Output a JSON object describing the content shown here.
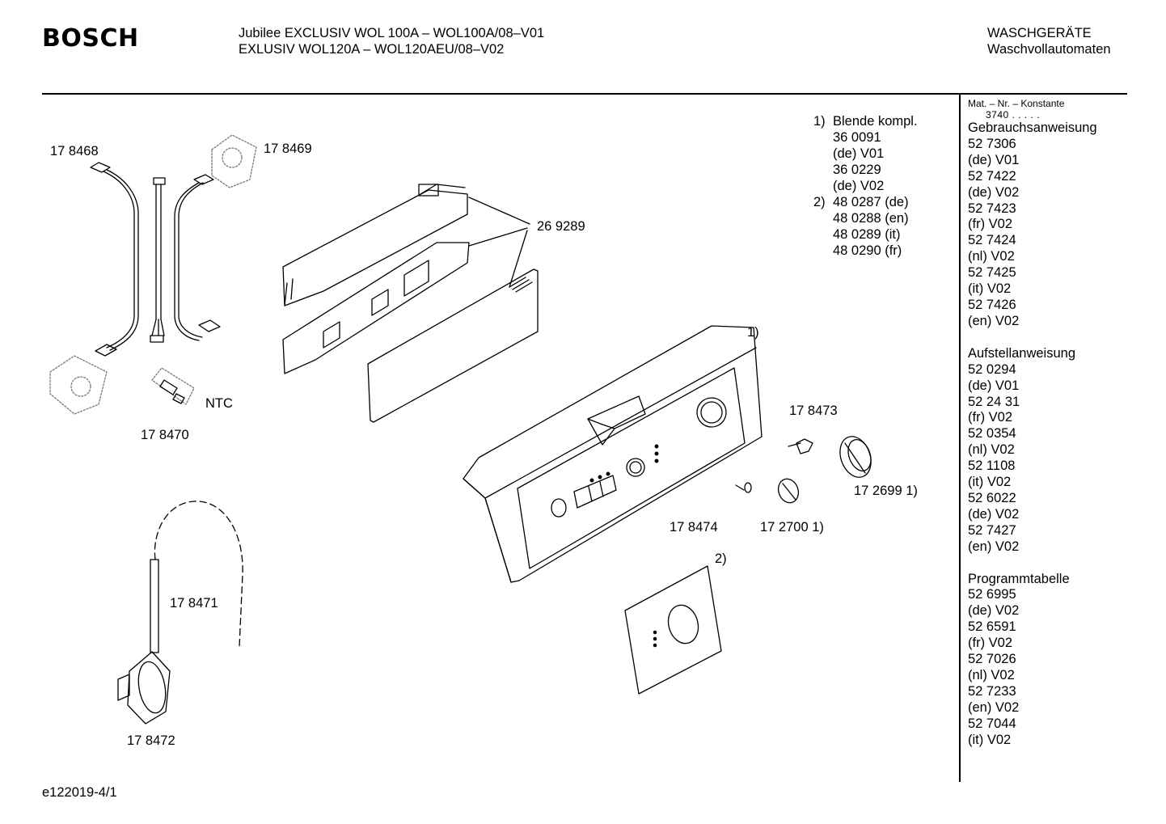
{
  "header": {
    "brand": "BOSCH",
    "model_line_1": "Jubilee EXCLUSIV WOL 100A – WOL100A/08–V01",
    "model_line_2": "EXLUSIV WOL120A – WOL120AEU/08–V02",
    "category_line_1": "WASCHGERÄTE",
    "category_line_2": "Waschvollautomaten"
  },
  "part_labels": {
    "p178468": "17 8468",
    "p178469": "17 8469",
    "p178470": "17 8470",
    "ntc": "NTC",
    "p269289": "26 9289",
    "ref1": "1)",
    "ref2": "2)",
    "p178473": "17 8473",
    "p172699": "17 2699 1)",
    "p178474": "17 8474",
    "p172700": "17 2700 1)",
    "p178471": "17 8471",
    "p178472": "17 8472"
  },
  "blende": [
    {
      "num": "1)",
      "text": "Blende kompl."
    },
    {
      "num": "",
      "text": "36 0091"
    },
    {
      "num": "",
      "text": "(de) V01"
    },
    {
      "num": "",
      "text": "36 0229"
    },
    {
      "num": "",
      "text": "(de) V02"
    },
    {
      "num": "2)",
      "text": "48 0287 (de)"
    },
    {
      "num": "",
      "text": "48 0288 (en)"
    },
    {
      "num": "",
      "text": "48 0289 (it)"
    },
    {
      "num": "",
      "text": "48 0290 (fr)"
    }
  ],
  "sidebar": {
    "header": "Mat. – Nr. – Konstante",
    "constant": "3740  .  .  .  .  .",
    "gebrauch_title": "Gebrauchsanweisung",
    "gebrauch": [
      "52 7306",
      "(de) V01",
      "52 7422",
      "(de) V02",
      "52 7423",
      "(fr) V02",
      "52 7424",
      "(nl) V02",
      "52 7425",
      "(it) V02",
      "52 7426",
      "(en) V02"
    ],
    "aufstell_title": "Aufstellanweisung",
    "aufstell": [
      "52 0294",
      "(de) V01",
      "52 24 31",
      "(fr) V02",
      "52 0354",
      "(nl) V02",
      "52 1108",
      "(it)  V02",
      "52 6022",
      "(de) V02",
      "52 7427",
      "(en) V02"
    ],
    "programm_title": "Programmtabelle",
    "programm": [
      "52 6995",
      "(de) V02",
      "52 6591",
      "(fr) V02",
      "52 7026",
      "(nl) V02",
      "52 7233",
      "(en) V02",
      "52 7044",
      "(it)  V02"
    ]
  },
  "footer": {
    "drawing_id": "e122019-4/1"
  }
}
